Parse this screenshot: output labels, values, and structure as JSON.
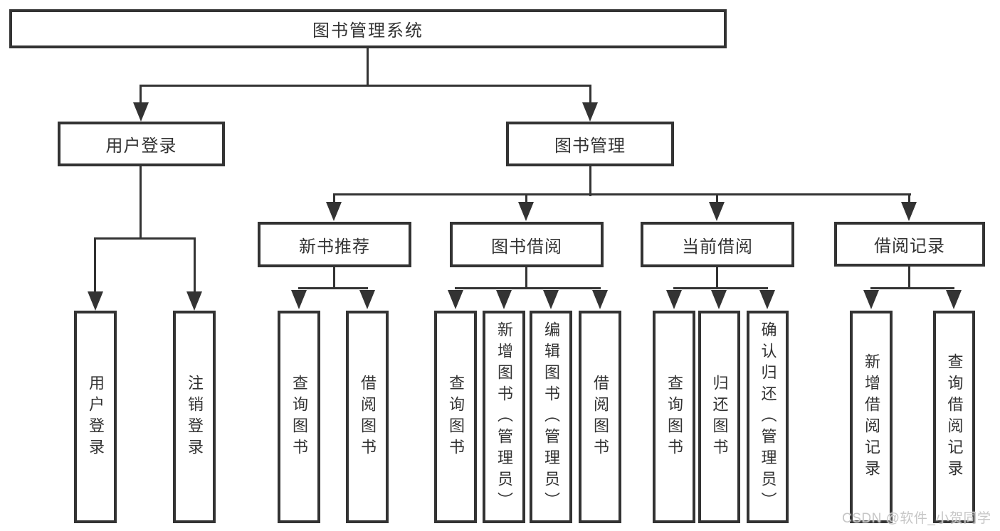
{
  "colors": {
    "line": "#333333",
    "text": "#333333",
    "background": "#ffffff",
    "watermark": "#c6c6c6"
  },
  "watermark": "CSDN @软件_小贺同学",
  "tree": {
    "root": "图书管理系统",
    "branches": [
      {
        "label": "用户登录",
        "children": [
          "用户登录",
          "注销登录"
        ]
      },
      {
        "label": "图书管理",
        "sections": [
          {
            "label": "新书推荐",
            "children": [
              "查询图书",
              "借阅图书"
            ]
          },
          {
            "label": "图书借阅",
            "children": [
              "查询图书",
              "新增图书（管理员）",
              "编辑图书（管理员）",
              "借阅图书"
            ]
          },
          {
            "label": "当前借阅",
            "children": [
              "查询图书",
              "归还图书",
              "确认归还（管理员）"
            ]
          },
          {
            "label": "借阅记录",
            "children": [
              "新增借阅记录",
              "查询借阅记录"
            ]
          }
        ]
      }
    ]
  }
}
